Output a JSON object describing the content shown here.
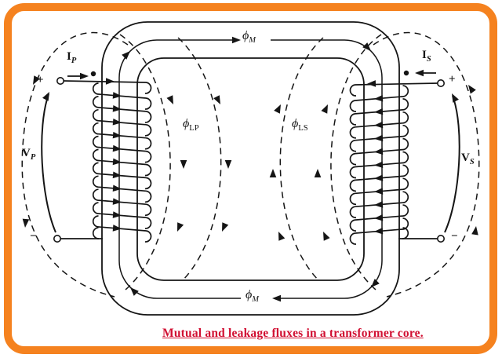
{
  "caption": {
    "text": "Mutual and leakage fluxes in a transformer core."
  },
  "colors": {
    "frame_border": "#F5821F",
    "caption_text": "#D10F32",
    "line": "#151515",
    "background": "#FFFFFF"
  },
  "labels": {
    "flux_mutual_top": {
      "base": "ϕ",
      "sub": "M"
    },
    "flux_mutual_bottom": {
      "base": "ϕ",
      "sub": "M"
    },
    "flux_leakage_primary": {
      "base": "ϕ",
      "sub": "LP"
    },
    "flux_leakage_secondary": {
      "base": "ϕ",
      "sub": "LS"
    },
    "current_primary": {
      "base": "I",
      "sub": "P"
    },
    "current_secondary": {
      "base": "I",
      "sub": "S"
    },
    "voltage_primary": {
      "base": "V",
      "sub": "P"
    },
    "voltage_secondary": {
      "base": "V",
      "sub": "S"
    },
    "polarity_plus_left": "+",
    "polarity_minus_left": "−",
    "polarity_plus_right": "+",
    "polarity_minus_right": "−"
  }
}
